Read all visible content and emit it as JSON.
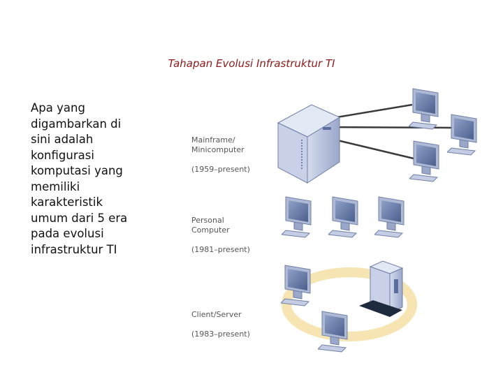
{
  "slide": {
    "title": "Tahapan Evolusi Infrastruktur TI",
    "body": "Apa yang digambarkan di sini adalah konfigurasi komputasi yang memiliki karakteristik umum dari 5 era pada evolusi infrastruktur TI"
  },
  "eras": [
    {
      "name": "Mainframe/\nMinicomputer",
      "period": "(1959–present)"
    },
    {
      "name": "Personal\nComputer",
      "period": "(1981–present)"
    },
    {
      "name": "Client/Server",
      "period": "(1983–present)"
    }
  ],
  "colors": {
    "title": "#8b1a1a",
    "label": "#555555",
    "device": "#b9c3de",
    "device_dark": "#6f7fa6",
    "screen": "#5a6f9e",
    "cable": "#3a3a3a",
    "ring": "#f4dfa0"
  }
}
